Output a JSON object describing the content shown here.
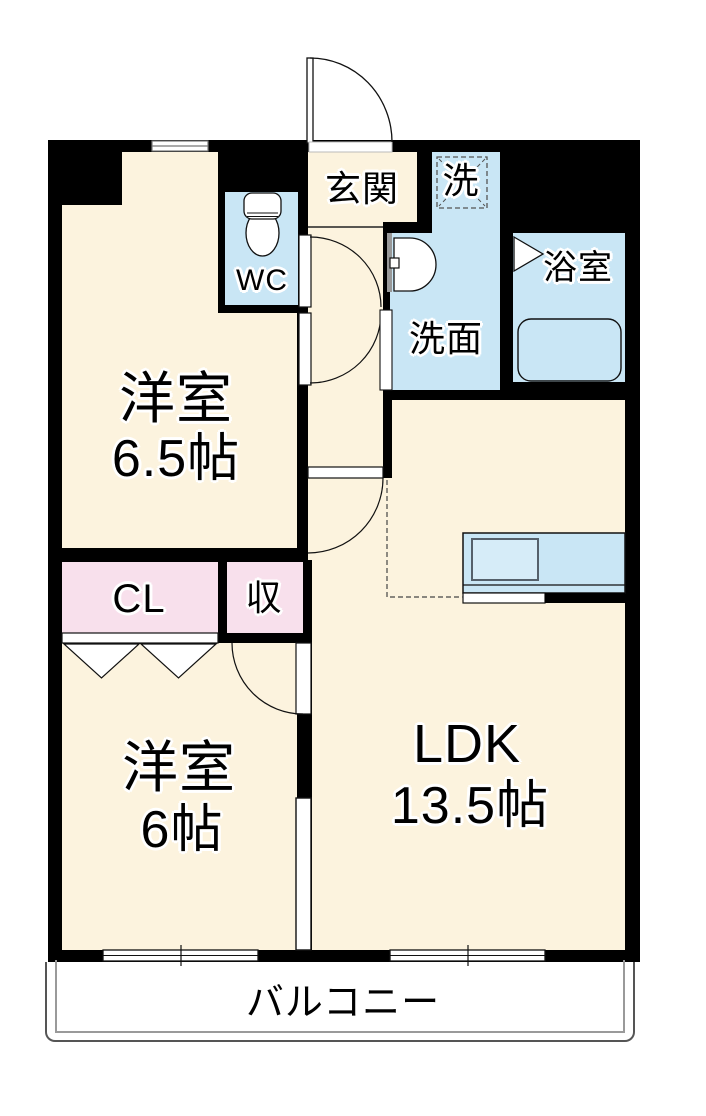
{
  "plan_type": "floor-plan",
  "palette": {
    "wall": "#000000",
    "floor": "#FCF3DE",
    "wet_area": "#C9E6F5",
    "closet": "#F8E0EC",
    "kitchen_sink_fill": "#D6ECF8",
    "outline": "#111111",
    "balcony_border": "#555555",
    "balcony_inner_line": "#9A9A9A"
  },
  "rooms": {
    "western_room_1": {
      "name": "洋室",
      "size": "6.5帖"
    },
    "western_room_2": {
      "name": "洋室",
      "size": "6帖"
    },
    "ldk": {
      "name": "LDK",
      "size": "13.5帖"
    },
    "entrance": {
      "name": "玄関"
    },
    "toilet": {
      "name": "WC"
    },
    "washer": {
      "name": "洗"
    },
    "washroom": {
      "name": "洗面"
    },
    "bathroom": {
      "name": "浴室"
    },
    "closet": {
      "name": "CL"
    },
    "storage": {
      "name": "収"
    },
    "balcony": {
      "name": "バルコニー"
    }
  }
}
